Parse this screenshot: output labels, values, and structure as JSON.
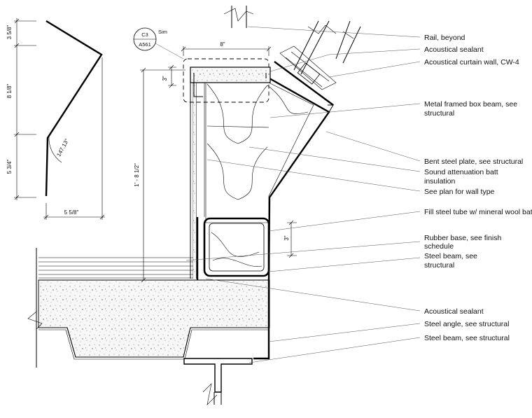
{
  "callouts": [
    "Rail, beyond",
    "Acoustical sealant",
    "Acoustical curtain wall, CW-4",
    "Metal framed box beam, see",
    "structural",
    "Bent steel plate, see structural",
    "Sound attenuation batt",
    "insulation",
    "See plan for wall type",
    "Fill steel tube w/ mineral wool batt",
    "Rubber base, see finish",
    "schedule",
    "Steel beam, see",
    "structural",
    "Acoustical sealant",
    "Steel angle, see structural",
    "Steel beam, see structural"
  ],
  "dimensions": {
    "d_3_5_8": "3 5/8\"",
    "d_8_1_8": "8 1/8\"",
    "d_5_3_4": "5 3/4\"",
    "d_5_5_8": "5 5/8\"",
    "angle": "147.13°",
    "d_8": "8\"",
    "d_3_top": "3\"",
    "d_height": "1' - 8 1/2\"",
    "d_3_tube": "3\""
  },
  "detail_tag": {
    "id": "C3",
    "sheet": "A561",
    "note": "Sim"
  }
}
